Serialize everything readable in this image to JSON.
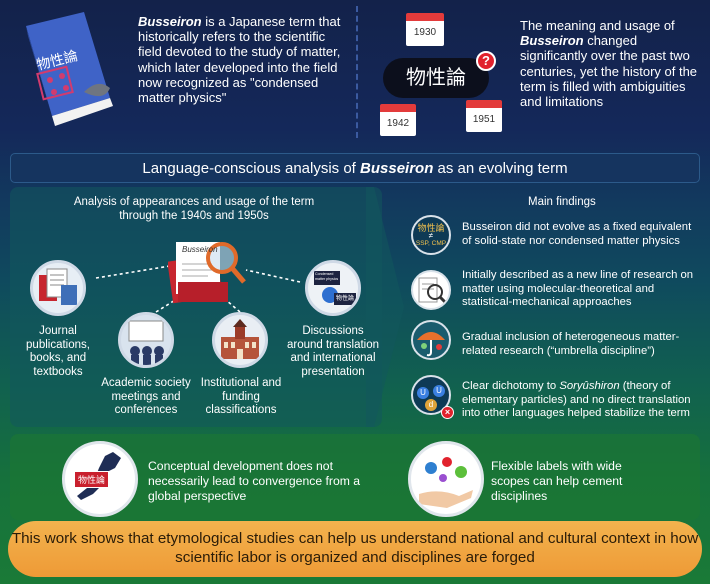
{
  "top_left": {
    "term": "Busseiron",
    "text": " is a Japanese term that historically refers to the scientific field devoted to the study of matter, which later developed into the field now recognized as \"condensed matter physics\"",
    "book_label": "物性論"
  },
  "top_right": {
    "years": [
      "1930",
      "1942",
      "1951"
    ],
    "kanji": "物性論",
    "question": "?",
    "text_pre": "The meaning and usage of ",
    "term": "Busseiron",
    "text_post": " changed significantly over the past two centuries, yet the history of the term is filled with ambiguities and limitations"
  },
  "banner": {
    "pre": "Language-conscious analysis of ",
    "term": "Busseiron",
    "post": " as an evolving term"
  },
  "analysis": {
    "title": "Analysis of appearances and usage of the term through the 1940s and 1950s",
    "folder_label": "Busseiron",
    "items": [
      {
        "label": "Journal publications, books, and textbooks"
      },
      {
        "label": "Academic society meetings and conferences"
      },
      {
        "label": "Institutional and funding classifications"
      },
      {
        "label": "Discussions around translation and international presentation",
        "screen_text": "Condensed matter physics",
        "screen_kanji": "物性論"
      }
    ]
  },
  "findings": {
    "title": "Main findings",
    "items": [
      {
        "text": "Busseiron did not evolve as a fixed equivalent of solid-state nor condensed matter physics",
        "icon_top": "物性論",
        "icon_mid": "≠",
        "icon_bottom": "SSP, CMP"
      },
      {
        "text": "Initially described as a new line of research on matter using molecular-theoretical and statistical-mechanical approaches"
      },
      {
        "text": "Gradual inclusion of heterogeneous matter-related research (“umbrella discipline”)"
      },
      {
        "text_pre": "Clear dichotomy to ",
        "italic": "Soryûshiron",
        "text_post": " (theory of elementary particles) and no direct translation into other languages helped stabilize the term",
        "particles": [
          "U",
          "U",
          "d"
        ]
      }
    ]
  },
  "bottom": {
    "left_text": "Conceptual development does not necessarily lead to convergence from a global perspective",
    "left_tag": "物性論",
    "right_text": "Flexible labels with wide scopes can help cement disciplines"
  },
  "conclusion": "This work shows that etymological studies can help us understand national and cultural context in how scientific labor is organized and disciplines are forged",
  "colors": {
    "orange": "#ef9f3a",
    "red": "#c9202e",
    "navy": "#13224a",
    "green": "#1a7a37"
  }
}
